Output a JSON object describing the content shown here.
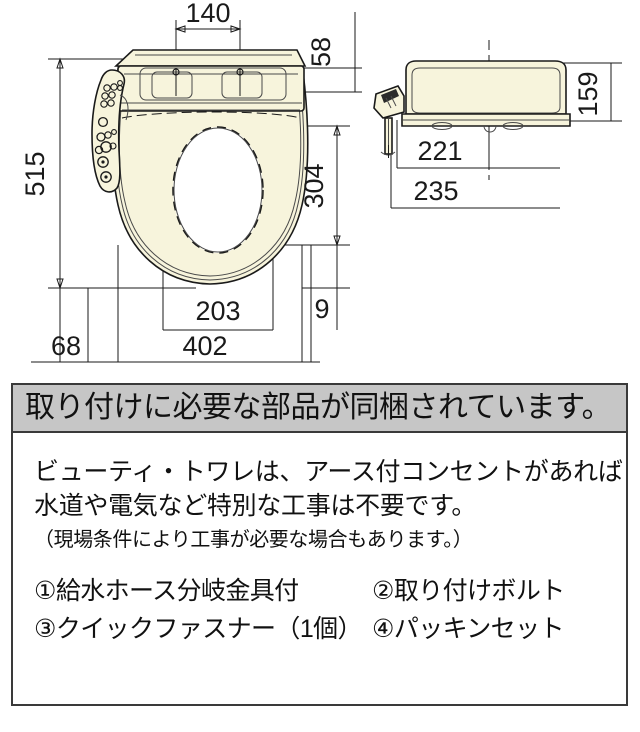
{
  "document": {
    "type": "product-specification-drawing",
    "language": "ja"
  },
  "drawing": {
    "views": [
      {
        "name": "top-view",
        "label": ""
      },
      {
        "name": "side-view",
        "label": ""
      }
    ],
    "unit": "mm",
    "colors": {
      "product_fill": "#f7f4dc",
      "line": "#1a1a1a",
      "header_band": "#c6c6c6"
    },
    "top_view_dimensions": {
      "bolt_spacing": "140",
      "lid_depth": "58",
      "overall_length": "515",
      "seat_opening_length": "304",
      "seat_opening_width": "203",
      "overall_width": "402",
      "left_offset": "68",
      "right_offset": "9"
    },
    "side_view_dimensions": {
      "height": "159",
      "depth_inner": "221",
      "depth_outer": "235"
    }
  },
  "info_panel": {
    "header": "取り付けに必要な部品が同梱されています。",
    "body_lines": [
      "ビューティ・トワレは、アース付コンセントがあれば",
      "水道や電気など特別な工事は不要です。"
    ],
    "note": "（現場条件により工事が必要な場合もあります。）",
    "parts": [
      {
        "number": "①",
        "label": "給水ホース分岐金具付"
      },
      {
        "number": "②",
        "label": "取り付けボルト"
      },
      {
        "number": "③",
        "label": "クイックファスナー（1個）"
      },
      {
        "number": "④",
        "label": "パッキンセット"
      }
    ]
  }
}
